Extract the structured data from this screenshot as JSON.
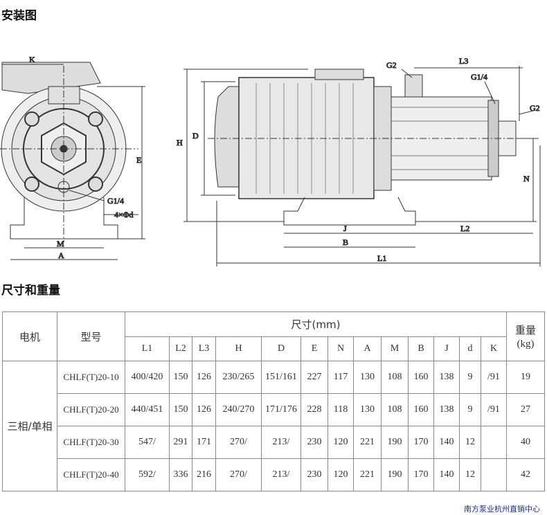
{
  "titles": {
    "install": "安装图",
    "dims": "尺寸和重量"
  },
  "drawing_labels": {
    "K": "K",
    "E": "E",
    "G14_left": "G1/4",
    "holes": "4×Φd",
    "M": "M",
    "A": "A",
    "H": "H",
    "D": "D",
    "G2_top": "G2",
    "L3": "L3",
    "G14_right": "G1/4",
    "G2_right": "G2",
    "N": "N",
    "J": "J",
    "L2": "L2",
    "B": "B",
    "L1": "L1"
  },
  "table": {
    "motor_header": "电机",
    "model_header": "型号",
    "dims_header": "尺寸(mm)",
    "weight_header": "重量",
    "weight_unit": "(kg)",
    "columns": [
      "L1",
      "L2",
      "L3",
      "H",
      "D",
      "E",
      "N",
      "A",
      "M",
      "B",
      "J",
      "d",
      "K"
    ],
    "motor": "三相/单相",
    "rows": [
      {
        "model": "CHLF(T)20-10",
        "values": [
          "400/420",
          "150",
          "126",
          "230/265",
          "151/161",
          "227",
          "117",
          "130",
          "108",
          "160",
          "138",
          "9",
          "/91"
        ],
        "weight": "19"
      },
      {
        "model": "CHLF(T)20-20",
        "values": [
          "440/451",
          "150",
          "126",
          "240/270",
          "171/176",
          "228",
          "118",
          "130",
          "108",
          "160",
          "138",
          "9",
          "/91"
        ],
        "weight": "27"
      },
      {
        "model": "CHLF(T)20-30",
        "values": [
          "547/",
          "291",
          "171",
          "270/",
          "213/",
          "230",
          "120",
          "221",
          "190",
          "170",
          "140",
          "12",
          ""
        ],
        "weight": "40"
      },
      {
        "model": "CHLF(T)20-40",
        "values": [
          "592/",
          "336",
          "216",
          "270/",
          "213/",
          "230",
          "120",
          "221",
          "190",
          "170",
          "140",
          "12",
          ""
        ],
        "weight": "42"
      }
    ]
  },
  "footer": "南方泵业杭州直销中心"
}
